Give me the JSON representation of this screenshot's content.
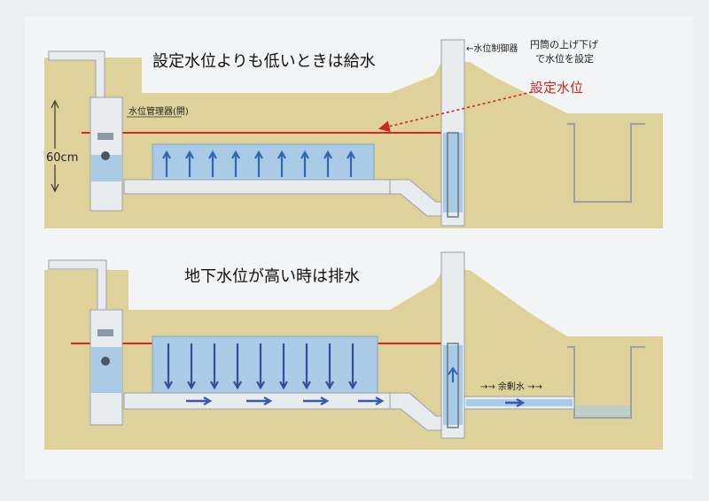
{
  "colors": {
    "ground": "#ded29a",
    "paper": "#f1f2f4",
    "pipe": "#e9ecef",
    "pipe_stroke": "#9aa0a8",
    "water": "#a9cbe6",
    "arrow_up": "#2f67b5",
    "arrow_down": "#3a4aa0",
    "level_line": "#d9271c",
    "callout_red": "#c8281e"
  },
  "top_panel": {
    "title": "設定水位よりも低いときは給水",
    "valve_label": "水位管理器(開)",
    "depth_label": "60cm",
    "controller_label": "←水位制御器",
    "controller_note_line1": "円筒の上げ下げ",
    "controller_note_line2": "で水位を設定",
    "setpoint_label": "設定水位",
    "flow_arrow_icon": "arrow-up-icon"
  },
  "bottom_panel": {
    "title": "地下水位が高い時は排水",
    "overflow_label": "→→ 余剰水 →→",
    "flow_arrow_icon": "arrow-down-icon"
  }
}
